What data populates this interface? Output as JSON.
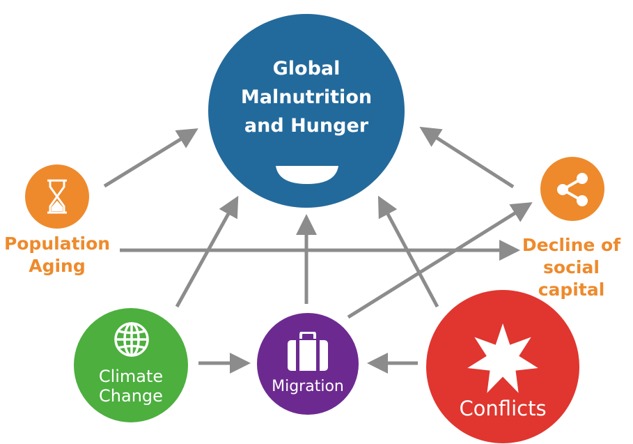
{
  "center": {
    "line1": "Global",
    "line2": "Malnutrition",
    "line3": "and Hunger",
    "color": "#236a9c"
  },
  "population_aging": {
    "line1": "Population",
    "line2": "Aging",
    "color": "#ee8a2c",
    "icon": "hourglass-icon"
  },
  "decline_social_capital": {
    "line1": "Decline of",
    "line2": "social capital",
    "color": "#ee8a2c",
    "icon": "share-icon"
  },
  "climate_change": {
    "line1": "Climate",
    "line2": "Change",
    "color": "#4caf3e",
    "icon": "globe-icon"
  },
  "migration": {
    "label": "Migration",
    "color": "#6c2a91",
    "icon": "suitcase-icon"
  },
  "conflicts": {
    "label": "Conflicts",
    "color": "#e0362f",
    "icon": "starburst-icon"
  },
  "arrow_color": "#8c8c8c"
}
